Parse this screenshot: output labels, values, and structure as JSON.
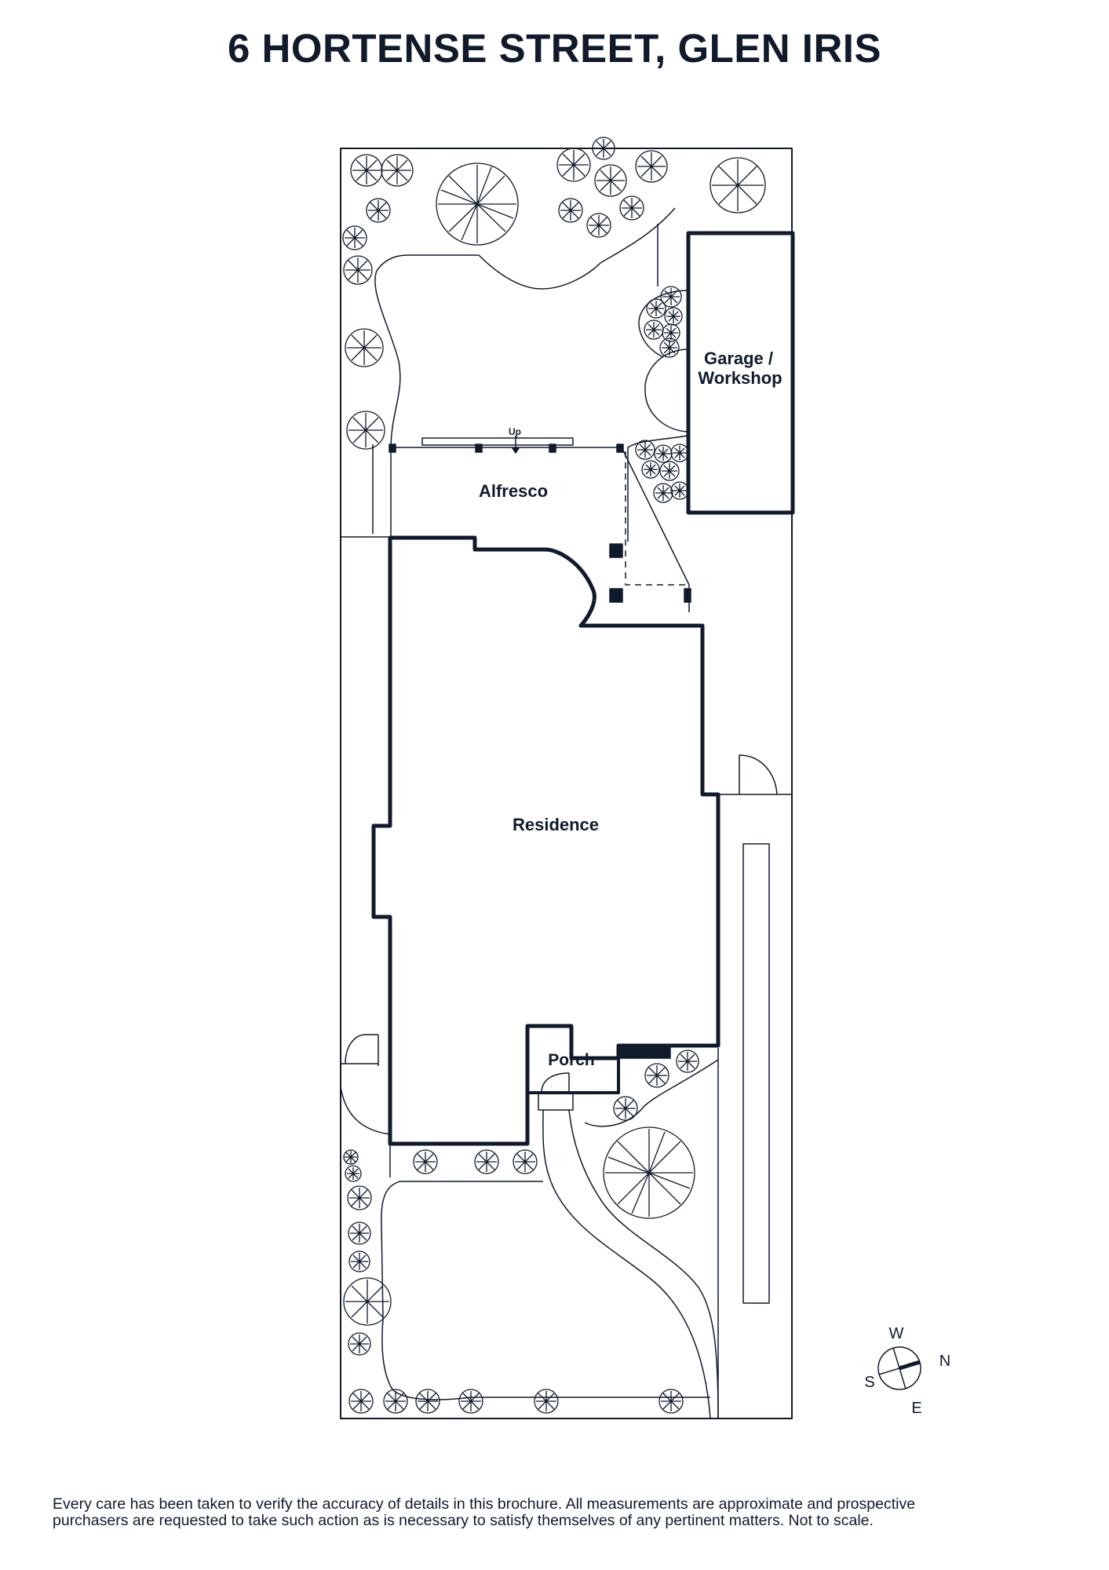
{
  "title": "6 HORTENSE STREET, GLEN IRIS",
  "rooms": {
    "garage_line1": "Garage /",
    "garage_line2": "Workshop",
    "alfresco": "Alfresco",
    "residence": "Residence",
    "porch": "Porch",
    "up_label": "Up"
  },
  "compass": {
    "w": "W",
    "n": "N",
    "s": "S",
    "e": "E"
  },
  "disclaimer": {
    "line1": "Every care has been taken to verify the accuracy of details in this brochure. All measurements are approximate and prospective",
    "line2": "purchasers are requested to take such action as is necessary to satisfy themselves of any pertinent matters. Not to scale."
  },
  "colors": {
    "ink": "#111a2b",
    "background": "#ffffff"
  }
}
